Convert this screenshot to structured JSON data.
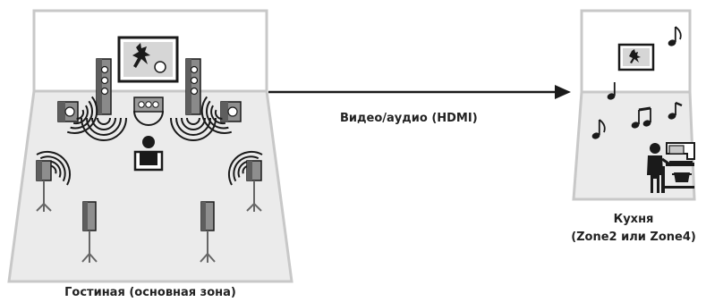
{
  "diagram": {
    "link_label": "Видео/аудио (HDMI)",
    "main_room_label": "Гостиная (основная зона)",
    "kitchen_label_line1": "Кухня",
    "kitchen_label_line2": "(Zone2 или Zone4)"
  },
  "colors": {
    "room_wall": "#c8c8c8",
    "room_floor": "#ebebeb",
    "speaker_dark": "#5a5a5a",
    "speaker_light": "#9a9a9a",
    "outline": "#1a1a1a"
  },
  "icons": [
    "tv-icon",
    "speaker-icon",
    "sound-wave-icon",
    "person-icon",
    "music-note-icon",
    "cooking-person-icon",
    "arrow-icon"
  ]
}
